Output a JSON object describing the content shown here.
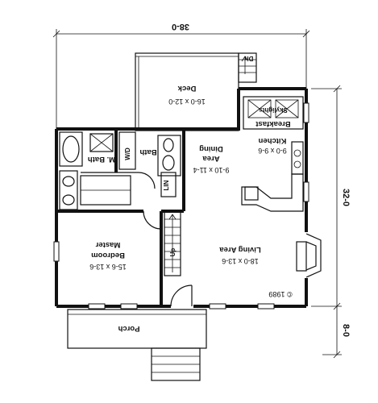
{
  "dimensions": {
    "width_overall": "38-0",
    "depth_main": "32-0",
    "depth_porch": "8-0"
  },
  "rooms": {
    "deck": {
      "name": "Deck",
      "size": "16-0 x 12-0"
    },
    "dining": {
      "name_line1": "Dining",
      "name_line2": "Area",
      "size": "9-10 x 11-4"
    },
    "kitchen": {
      "name": "Kitchen",
      "size": "9-0 x 9-6"
    },
    "breakfast": {
      "name": "Breakfast"
    },
    "skylights": {
      "name": "Skylights"
    },
    "bath": {
      "name": "Bath"
    },
    "master_bath": {
      "name": "M. Bath"
    },
    "master_bedroom": {
      "name_line1": "Master",
      "name_line2": "Bedroom",
      "size": "15-6 x 13-6"
    },
    "living": {
      "name": "Living Area",
      "size": "18-0 x 13-6"
    },
    "porch": {
      "name": "Porch"
    }
  },
  "fixtures": {
    "washer_dryer": "W/D",
    "linen": "LIN",
    "down_label": "Dn",
    "up_label": "Up"
  },
  "copyright": "© 1989"
}
